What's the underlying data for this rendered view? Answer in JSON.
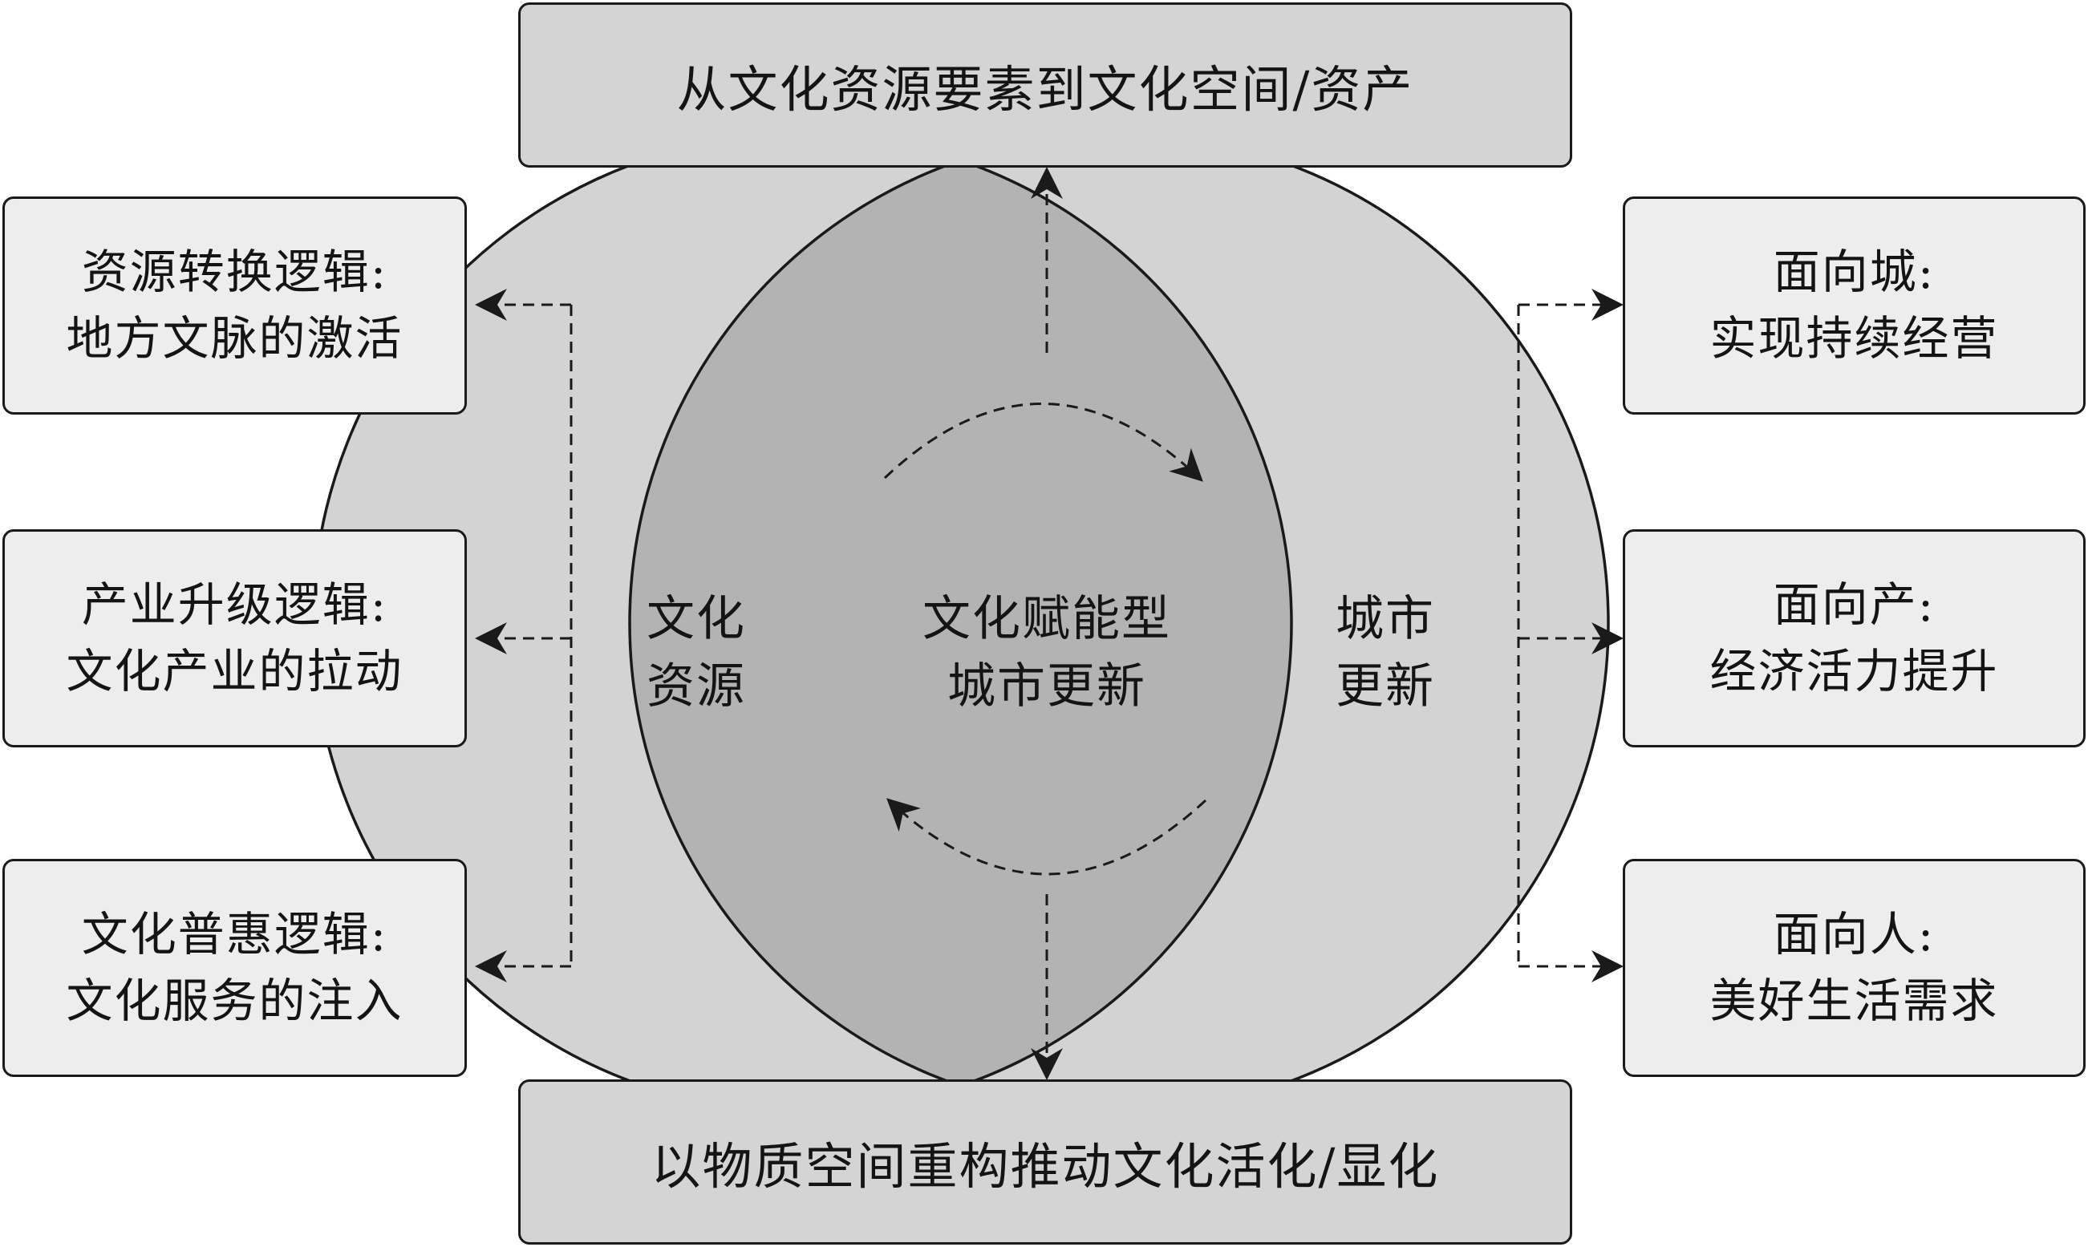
{
  "diagram": {
    "top_box": "从文化资源要素到文化空间/资产",
    "bottom_box": "以物质空间重构推动文化活化/显化",
    "circle_left": {
      "lines": [
        "文化",
        "资源"
      ]
    },
    "circle_right": {
      "lines": [
        "城市",
        "更新"
      ]
    },
    "center": {
      "lines": [
        "文化赋能型",
        "城市更新"
      ]
    },
    "left_boxes": [
      {
        "line1": "资源转换逻辑:",
        "line2": "地方文脉的激活"
      },
      {
        "line1": "产业升级逻辑:",
        "line2": "文化产业的拉动"
      },
      {
        "line1": "文化普惠逻辑:",
        "line2": "文化服务的注入"
      }
    ],
    "right_boxes": [
      {
        "line1": "面向城:",
        "line2": "实现持续经营"
      },
      {
        "line1": "面向产:",
        "line2": "经济活力提升"
      },
      {
        "line1": "面向人:",
        "line2": "美好生活需求"
      }
    ],
    "colors": {
      "circle_fill": "#d3d3d3",
      "overlap_fill": "#b3b3b3",
      "wide_box_fill": "#d4d4d4",
      "side_box_fill": "#ededed",
      "stroke": "#1a1a1a"
    }
  }
}
